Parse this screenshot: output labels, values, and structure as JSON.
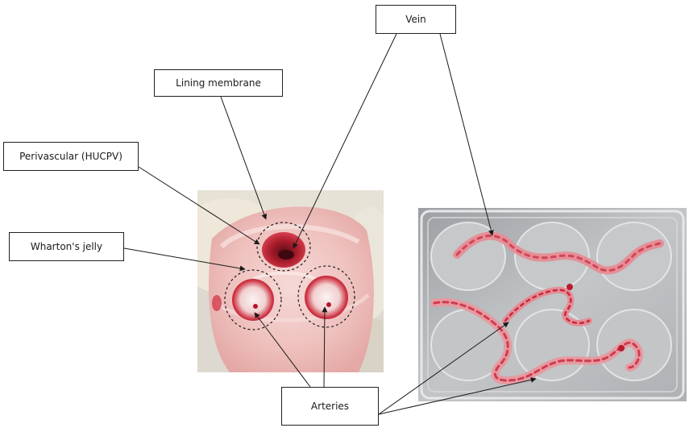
{
  "labels": {
    "vein": "Vein",
    "lining_membrane": "Lining membrane",
    "perivascular": "Perivascular (HUCPV)",
    "whartons_jelly": "Wharton's jelly",
    "arteries": "Arteries"
  },
  "colors": {
    "line": "#1a1a1a",
    "tissue_red": "#c8283a",
    "jelly_pink": "#f0c4c4",
    "dish_gray": "#b9bbbd"
  },
  "images": {
    "cross_section": "umbilical-cord-cross-section-photo",
    "dissected": "dissected-cord-in-six-well-plate-photo"
  }
}
